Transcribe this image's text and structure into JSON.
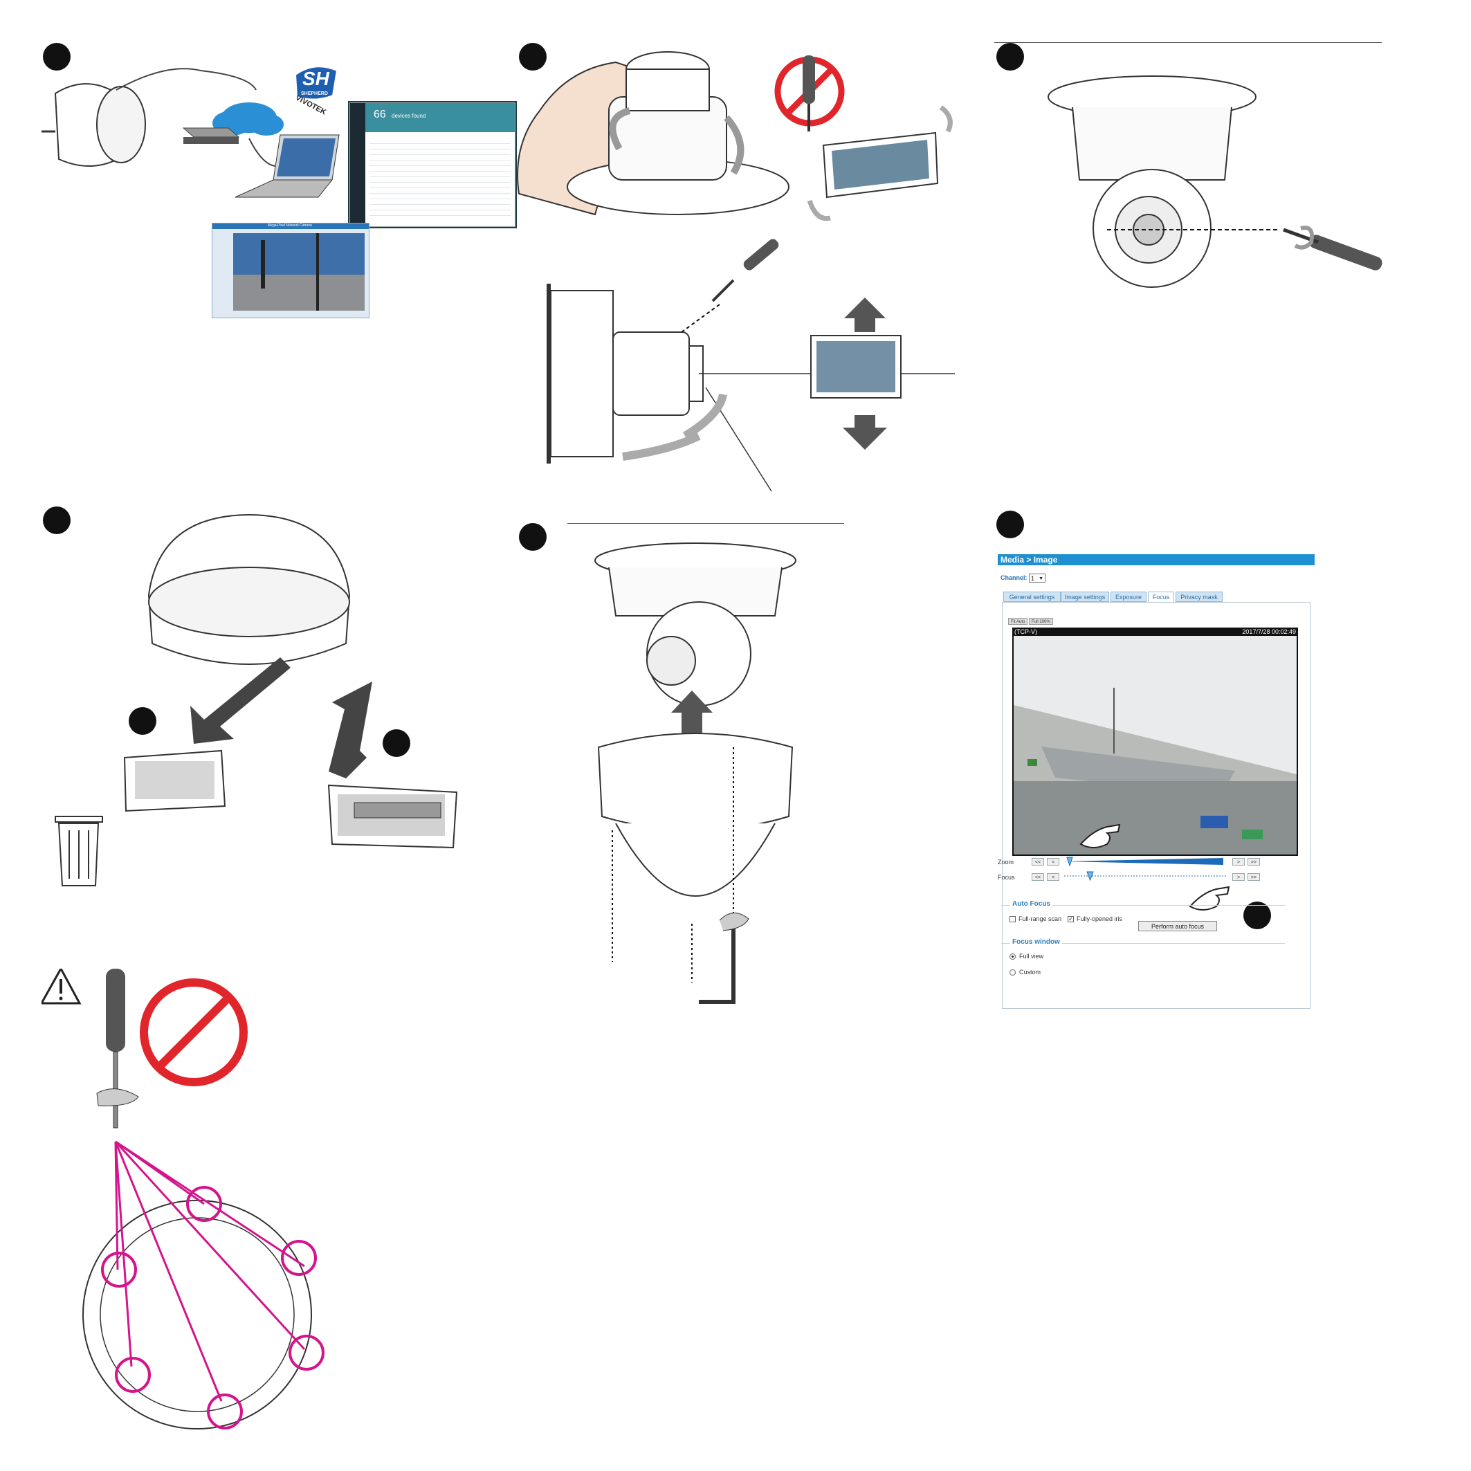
{
  "shepherd": {
    "logo_letters": "SH",
    "logo_word": "SHEPHERD",
    "brand": "VIVOTEK",
    "devices_count": "66",
    "devices_label": "devices found"
  },
  "liveview": {
    "title": "Mega-Pixel Network Camera"
  },
  "webui": {
    "header_media": "Media",
    "header_sep": " > ",
    "header_image": "Image",
    "channel_label": "Channel:",
    "channel_value": "1",
    "tabs": [
      "General settings",
      "Image settings",
      "Exposure",
      "Focus",
      "Privacy mask"
    ],
    "view_buttons": [
      "Fit Auto",
      "Full 100%"
    ],
    "video_left": "(TCP-V)",
    "video_right": "2017/7/28 00:02:49",
    "zoom_label": "Zoom",
    "focus_label": "Focus",
    "nav_buttons": [
      "<<",
      "<",
      ">",
      ">>"
    ],
    "auto_focus_legend": "Auto Focus",
    "full_range_scan": "Full-range scan",
    "fully_opened_iris": "Fully-opened iris",
    "perform_auto_focus": "Perform auto focus",
    "focus_window_legend": "Focus window",
    "full_view": "Full view",
    "custom": "Custom"
  },
  "colors": {
    "step_dot": "#111111",
    "ui_blue": "#1e8fd0",
    "prohibit_red": "#e0252b",
    "screw_magenta": "#d4148c",
    "arrow_grey": "#555555",
    "shepherd_teal": "#3a8f9e"
  },
  "icons": [
    "network-cloud-icon",
    "switch-icon",
    "laptop-icon",
    "screwdriver-icon",
    "prohibited-icon",
    "rotate-arrow-icon",
    "trash-can-icon",
    "warning-triangle-icon",
    "hex-key-icon",
    "pointing-hand-icon",
    "arrow-up-icon",
    "arrow-down-icon"
  ]
}
